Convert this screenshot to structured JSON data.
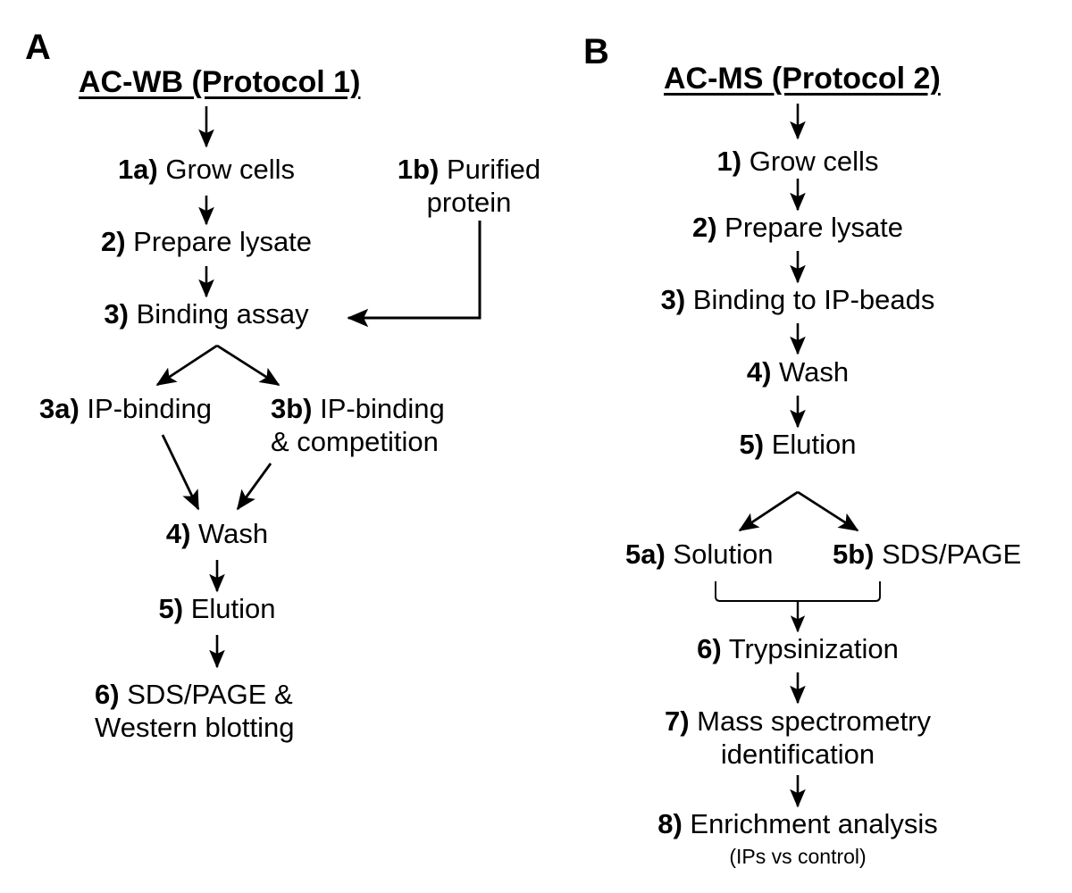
{
  "figure": {
    "background": "#ffffff",
    "ink": "#000000"
  },
  "panels": [
    {
      "label": "A",
      "title": "AC-WB (Protocol 1)",
      "steps": [
        {
          "num": "1a)",
          "text": " Grow cells"
        },
        {
          "num": "1b)",
          "text": " Purified",
          "line2": "protein"
        },
        {
          "num": "2)",
          "text": " Prepare lysate"
        },
        {
          "num": "3)",
          "text": " Binding assay"
        },
        {
          "num": "3a)",
          "text": " IP-binding"
        },
        {
          "num": "3b)",
          "text": " IP-binding",
          "line2": "& competition"
        },
        {
          "num": "4)",
          "text": " Wash"
        },
        {
          "num": "5)",
          "text": " Elution"
        },
        {
          "num": "6)",
          "text": " SDS/PAGE &",
          "line2": "Western blotting"
        }
      ]
    },
    {
      "label": "B",
      "title": "AC-MS (Protocol 2)",
      "steps": [
        {
          "num": "1)",
          "text": " Grow cells"
        },
        {
          "num": "2)",
          "text": " Prepare lysate"
        },
        {
          "num": "3)",
          "text": " Binding to IP-beads"
        },
        {
          "num": "4)",
          "text": " Wash"
        },
        {
          "num": "5)",
          "text": " Elution"
        },
        {
          "num": "5a)",
          "text": " Solution"
        },
        {
          "num": "5b)",
          "text": " SDS/PAGE"
        },
        {
          "num": "6)",
          "text": " Trypsinization"
        },
        {
          "num": "7)",
          "text": " Mass spectrometry",
          "line2": "identification"
        },
        {
          "num": "8)",
          "text": " Enrichment analysis",
          "sub": "(IPs vs control)"
        }
      ]
    }
  ],
  "panel_a": {
    "label": "A",
    "title": "AC-WB (Protocol 1)",
    "s1a_num": "1a)",
    "s1a_text": " Grow cells",
    "s1b_num": "1b)",
    "s1b_text": " Purified",
    "s1b_line2": "protein",
    "s2_num": "2)",
    "s2_text": " Prepare lysate",
    "s3_num": "3)",
    "s3_text": " Binding assay",
    "s3a_num": "3a)",
    "s3a_text": " IP-binding",
    "s3b_num": "3b)",
    "s3b_text": " IP-binding",
    "s3b_line2": "& competition",
    "s4_num": "4)",
    "s4_text": " Wash",
    "s5_num": "5)",
    "s5_text": " Elution",
    "s6_num": "6)",
    "s6_text": " SDS/PAGE &",
    "s6_line2": "Western blotting"
  },
  "panel_b": {
    "label": "B",
    "title": "AC-MS (Protocol 2)",
    "s1_num": "1)",
    "s1_text": " Grow cells",
    "s2_num": "2)",
    "s2_text": " Prepare lysate",
    "s3_num": "3)",
    "s3_text": " Binding to IP-beads",
    "s4_num": "4)",
    "s4_text": " Wash",
    "s5_num": "5)",
    "s5_text": " Elution",
    "s5a_num": "5a)",
    "s5a_text": " Solution",
    "s5b_num": "5b)",
    "s5b_text": " SDS/PAGE",
    "s6_num": "6)",
    "s6_text": " Trypsinization",
    "s7_num": "7)",
    "s7_text": " Mass spectrometry",
    "s7_line2": "identification",
    "s8_num": "8)",
    "s8_text": " Enrichment analysis",
    "s8_sub": "(IPs vs control)"
  }
}
